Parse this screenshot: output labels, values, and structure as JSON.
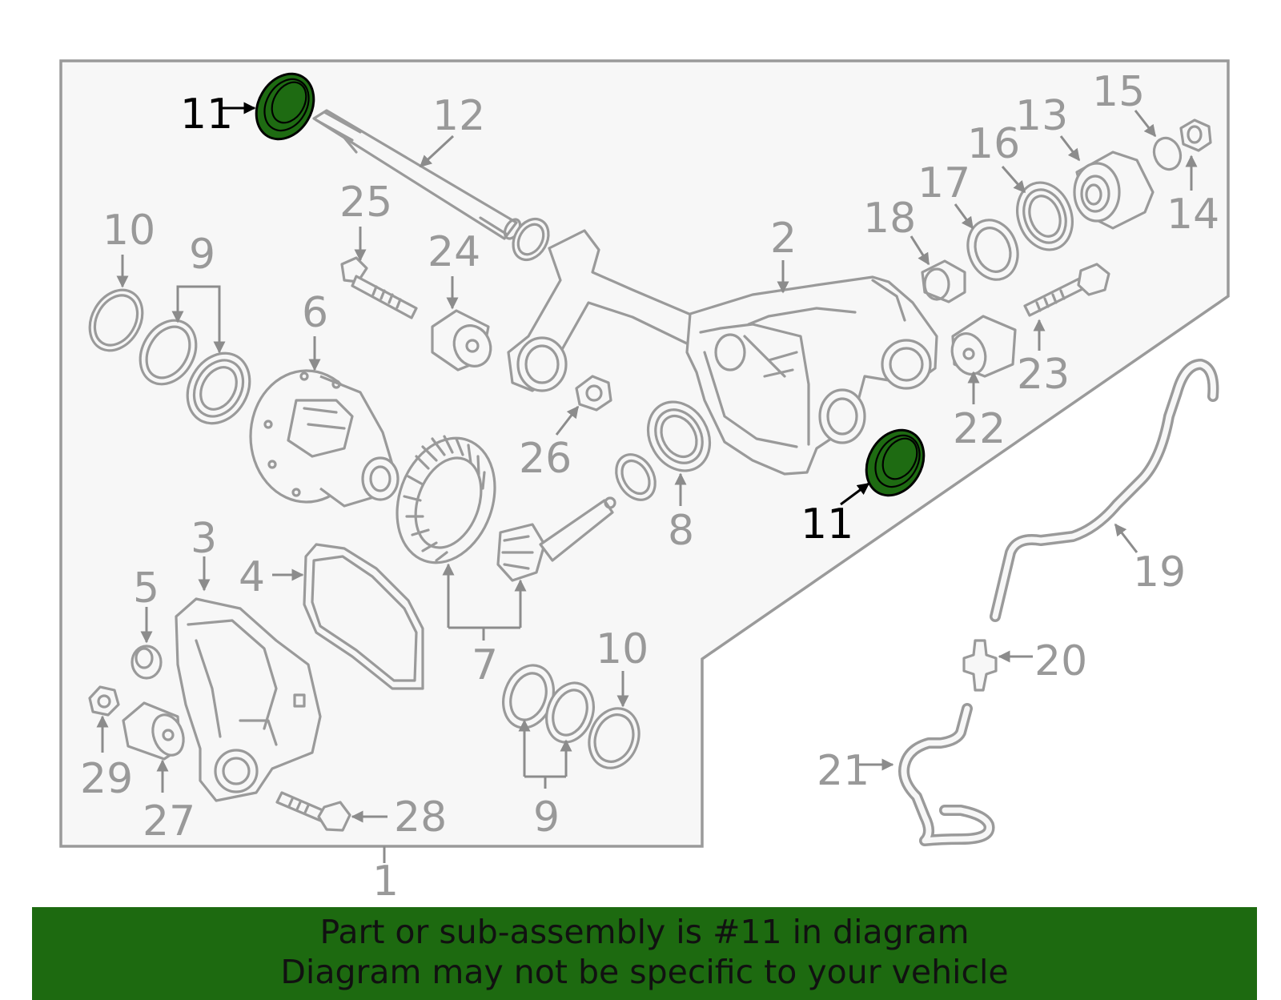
{
  "callouts": {
    "c1": "1",
    "c2": "2",
    "c3": "3",
    "c4": "4",
    "c5": "5",
    "c6": "6",
    "c7": "7",
    "c8": "8",
    "c9a": "9",
    "c9b": "9",
    "c10a": "10",
    "c10b": "10",
    "c11a": "11",
    "c11b": "11",
    "c12": "12",
    "c13": "13",
    "c14": "14",
    "c15": "15",
    "c16": "16",
    "c17": "17",
    "c18": "18",
    "c19": "19",
    "c20": "20",
    "c21": "21",
    "c22": "22",
    "c23": "23",
    "c24": "24",
    "c25": "25",
    "c26": "26",
    "c27": "27",
    "c28": "28",
    "c29": "29"
  },
  "highlight_part": "11",
  "colors": {
    "highlight_fill": "#1e6b12",
    "banner_bg": "#1d6a10",
    "line_gray": "#9a9a9a",
    "panel_bg": "#f7f7f7"
  },
  "banner": {
    "line1": "Part or sub-assembly is #11 in diagram",
    "line2": "Diagram may not be specific to your vehicle"
  }
}
